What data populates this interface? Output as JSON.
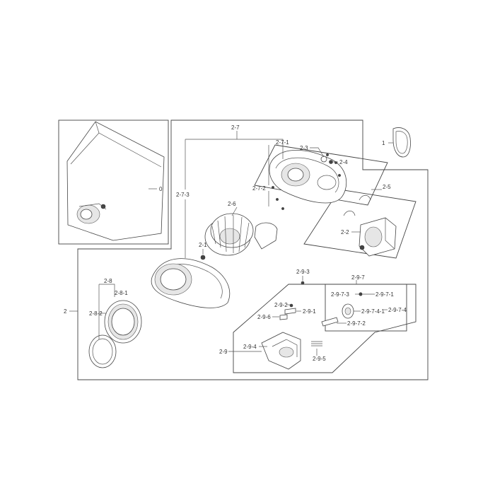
{
  "labels": {
    "l0": "0",
    "l1": "1",
    "l2": "2",
    "l2_1": "2-1",
    "l2_2": "2-2",
    "l2_3": "2-3",
    "l2_4": "2-4",
    "l2_5": "2-5",
    "l2_6": "2-6",
    "l2_7": "2-7",
    "l2_7_1": "2-7-1",
    "l2_7_2": "2-7-2",
    "l2_7_3": "2-7-3",
    "l2_8": "2-8",
    "l2_8_1": "2-8-1",
    "l2_8_2": "2-8-2",
    "l2_9": "2-9",
    "l2_9_1": "2-9-1",
    "l2_9_2": "2-9-2",
    "l2_9_3": "2-9-3",
    "l2_9_4": "2-9-4",
    "l2_9_5": "2-9-5",
    "l2_9_6": "2-9-6",
    "l2_9_7": "2-9-7",
    "l2_9_7_1": "2-9-7-1",
    "l2_9_7_2": "2-9-7-2",
    "l2_9_7_3": "2-9-7-3",
    "l2_9_7_4": "2-9-7-4",
    "l2_9_7_4_1": "2-9-7-4-1"
  }
}
